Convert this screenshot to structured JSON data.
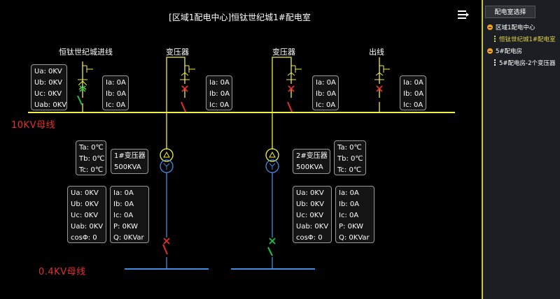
{
  "page_title": "[区域1配电中心]恒钛世纪城1#配电室",
  "feeders": {
    "incoming": "恒钛世纪城进线",
    "transformer_1": "变压器",
    "transformer_2": "变压器",
    "outgoing": "出线"
  },
  "bus_labels": {
    "hv": "10KV母线",
    "lv": "0.4KV母线"
  },
  "incoming_voltage": [
    "Ua: 0KV",
    "Ub: 0KV",
    "Uc: 0KV",
    "Uab: 0KV"
  ],
  "hv_currents": [
    [
      "Ia: 0A",
      "Ib: 0A",
      "Ic: 0A"
    ],
    [
      "Ia: 0A",
      "Ib: 0A",
      "Ic: 0A"
    ],
    [
      "Ia: 0A",
      "Ib: 0A",
      "Ic: 0A"
    ],
    [
      "Ia: 0A",
      "Ib: 0A",
      "Ic: 0A"
    ]
  ],
  "transformers": [
    {
      "temps": [
        "Ta: 0℃",
        "Tb: 0℃",
        "Tc: 0℃"
      ],
      "name": "1#变压器",
      "capacity": "500KVA",
      "voltages": [
        "Ua: 0KV",
        "Ub: 0KV",
        "Uc: 0KV",
        "Uab: 0KV",
        "cosΦ: 0"
      ],
      "power": [
        "Ia: 0A",
        "Ib: 0A",
        "Ic: 0A",
        "P: 0KW",
        "Q: 0KVar"
      ]
    },
    {
      "temps": [
        "Ta: 0℃",
        "Tb: 0℃",
        "Tc: 0℃"
      ],
      "name": "2#变压器",
      "capacity": "500KVA",
      "voltages": [
        "Ua: 0KV",
        "Ub: 0KV",
        "Uc: 0KV",
        "Uab: 0KV",
        "cosΦ: 0"
      ],
      "power": [
        "Ia: 0A",
        "Ib: 0A",
        "Ic: 0A",
        "P: 0KW",
        "Q: 0KVar"
      ]
    }
  ],
  "sidebar": {
    "header": "配电室选择",
    "tree": [
      {
        "label": "区域1配电中心",
        "icon": "collapse-icon",
        "color": "#ffffff"
      },
      {
        "label": "恒钛世纪城1#配电室",
        "icon": "dots-icon",
        "color": "#e6d44a"
      },
      {
        "label": "5#配电房",
        "icon": "collapse-icon",
        "color": "#ffffff"
      },
      {
        "label": "5#配电房-2个变压器",
        "icon": "dots-icon",
        "color": "#ffffff"
      }
    ]
  },
  "colors": {
    "hv_bus": "#f0f046",
    "lv_bus": "#3f8ce0",
    "breaker_open": "#e53030",
    "breaker_closed": "#22c04a",
    "accent": "#e6d44a"
  },
  "breaker_states": {
    "incoming": "closed",
    "transformer_1": "open",
    "transformer_2": "open",
    "outgoing": "open",
    "lv_1": "open",
    "lv_2": "closed"
  }
}
